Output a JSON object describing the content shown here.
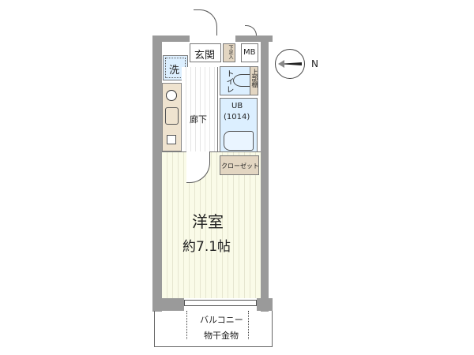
{
  "rooms": {
    "entrance": "玄関",
    "shoe_storage": "下足入",
    "meter_box": "MB",
    "washer": "洗",
    "toilet": "トイレ",
    "upper_shelf": "上部棚",
    "bath": "UB",
    "bath_size": "(1014)",
    "corridor": "廊下",
    "closet": "クローゼット",
    "western_room": "洋室",
    "room_size": "約7.1帖",
    "balcony": "バルコニー",
    "drying_rack": "物干金物"
  },
  "compass": {
    "label": "N"
  }
}
